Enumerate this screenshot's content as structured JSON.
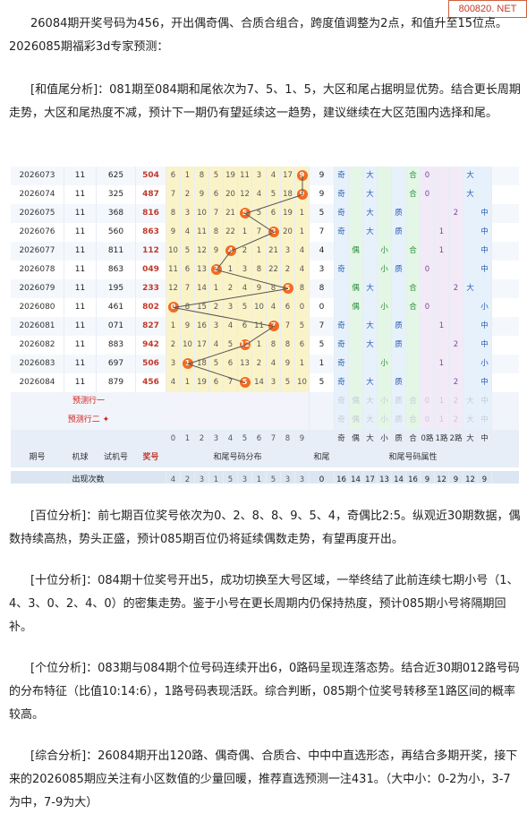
{
  "watermark": "800820. NET",
  "intro": {
    "line1": "26084期开奖号码为456，开出偶奇偶、合质合组合，跨度值调整为2点，和值升至15位点。",
    "line2": "2026085期福彩3d专家预测："
  },
  "sections": {
    "hewei": "[和值尾分析]：081期至084期和尾依次为7、5、1、5，大区和尾占据明显优势。结合更长周期走势，大区和尾热度不减，预计下一期仍有望延续这一趋势，建议继续在大区范围内选择和尾。",
    "bai": "[百位分析]：前七期百位奖号依次为0、2、8、8、9、5、4，奇偶比2:5。纵观近30期数据，偶数持续高热，势头正盛，预计085期百位仍将延续偶数走势，有望再度开出。",
    "shi": "[十位分析]：084期十位奖号开出5，成功切换至大号区域，一举终结了此前连续七期小号（1、4、3、0、2、4、0）的密集走势。鉴于小号在更长周期内仍保持热度，预计085期小号将隔期回补。",
    "ge": "[个位分析]：083期与084期个位号码连续开出6，0路码呈现连落态势。结合近30期012路号码的分布特征（比值10:14:6），1路号码表现活跃。综合判断，085期个位奖号转移至1路区间的概率较高。",
    "zonghe": "[综合分析]：26084期开出120路、偶奇偶、合质合、中中中直选形态，再结合多期开奖，接下来的2026085期应关注有小区数值的少量回暖，推荐直选预测一注431。（大中小：0-2为小，3-7为中，7-9为大）"
  },
  "chart_data": {
    "type": "table",
    "rows": [
      {
        "period": "2026073",
        "machine": "11",
        "test": "625",
        "award": "504",
        "digits": [
          "6",
          "1",
          "8",
          "5",
          "19",
          "11",
          "3",
          "4",
          "17",
          "9"
        ],
        "hit": 9,
        "sum": "9",
        "attrs": [
          "奇",
          "",
          "大",
          "",
          "",
          "合",
          "0",
          "",
          "",
          "大",
          ""
        ]
      },
      {
        "period": "2026074",
        "machine": "11",
        "test": "325",
        "award": "487",
        "digits": [
          "7",
          "2",
          "9",
          "6",
          "20",
          "12",
          "4",
          "5",
          "18",
          "9"
        ],
        "hit": 9,
        "sum": "9",
        "attrs": [
          "奇",
          "",
          "大",
          "",
          "",
          "合",
          "0",
          "",
          "",
          "大",
          ""
        ]
      },
      {
        "period": "2026075",
        "machine": "11",
        "test": "368",
        "award": "816",
        "digits": [
          "8",
          "3",
          "10",
          "7",
          "21",
          "5",
          "5",
          "6",
          "19",
          "1"
        ],
        "hit": 5,
        "sum": "5",
        "attrs": [
          "奇",
          "",
          "大",
          "",
          "质",
          "",
          "",
          "",
          "2",
          "",
          "中"
        ]
      },
      {
        "period": "2026076",
        "machine": "11",
        "test": "560",
        "award": "863",
        "digits": [
          "9",
          "4",
          "11",
          "8",
          "22",
          "1",
          "7",
          "2",
          "20",
          "1"
        ],
        "hit": 7,
        "sum": "7",
        "attrs": [
          "奇",
          "",
          "大",
          "",
          "质",
          "",
          "",
          "1",
          "",
          "",
          "中"
        ]
      },
      {
        "period": "2026077",
        "machine": "11",
        "test": "811",
        "award": "112",
        "digits": [
          "10",
          "5",
          "12",
          "9",
          "4",
          "2",
          "1",
          "21",
          "3",
          "4"
        ],
        "hit": 4,
        "sum": "4",
        "attrs": [
          "",
          "偶",
          "",
          "小",
          "",
          "合",
          "",
          "1",
          "",
          "",
          "中"
        ]
      },
      {
        "period": "2026078",
        "machine": "11",
        "test": "863",
        "award": "049",
        "digits": [
          "11",
          "6",
          "13",
          "3",
          "1",
          "3",
          "8",
          "22",
          "2",
          "4"
        ],
        "hit": 3,
        "sum": "3",
        "attrs": [
          "奇",
          "",
          "",
          "小",
          "质",
          "",
          "0",
          "",
          "",
          "",
          "中"
        ]
      },
      {
        "period": "2026079",
        "machine": "11",
        "test": "195",
        "award": "233",
        "digits": [
          "12",
          "7",
          "14",
          "1",
          "2",
          "4",
          "9",
          "8",
          "5",
          "8"
        ],
        "hit": 8,
        "sum": "8",
        "attrs": [
          "",
          "偶",
          "大",
          "",
          "",
          "合",
          "",
          "",
          "2",
          "大",
          ""
        ]
      },
      {
        "period": "2026080",
        "machine": "11",
        "test": "461",
        "award": "802",
        "digits": [
          "0",
          "8",
          "15",
          "2",
          "3",
          "5",
          "10",
          "4",
          "6",
          "0"
        ],
        "hit": 0,
        "sum": "0",
        "attrs": [
          "",
          "偶",
          "",
          "小",
          "",
          "合",
          "0",
          "",
          "",
          "",
          "小"
        ]
      },
      {
        "period": "2026081",
        "machine": "11",
        "test": "071",
        "award": "827",
        "digits": [
          "1",
          "9",
          "16",
          "3",
          "4",
          "6",
          "11",
          "7",
          "7",
          "5"
        ],
        "hit": 7,
        "sum": "7",
        "attrs": [
          "奇",
          "",
          "大",
          "",
          "质",
          "",
          "",
          "1",
          "",
          "",
          "中"
        ]
      },
      {
        "period": "2026082",
        "machine": "11",
        "test": "883",
        "award": "942",
        "digits": [
          "2",
          "10",
          "17",
          "4",
          "5",
          "12",
          "1",
          "8",
          "8",
          "6"
        ],
        "hit": 5,
        "sum": "5",
        "attrs": [
          "奇",
          "",
          "大",
          "",
          "质",
          "",
          "",
          "",
          "2",
          "",
          "中"
        ]
      },
      {
        "period": "2026083",
        "machine": "11",
        "test": "697",
        "award": "506",
        "digits": [
          "3",
          "1",
          "18",
          "5",
          "6",
          "13",
          "2",
          "4",
          "9",
          "1"
        ],
        "hit": 1,
        "sum": "1",
        "attrs": [
          "奇",
          "",
          "",
          "小",
          "",
          "",
          "",
          "1",
          "",
          "",
          "小"
        ]
      },
      {
        "period": "2026084",
        "machine": "11",
        "test": "879",
        "award": "456",
        "digits": [
          "4",
          "1",
          "19",
          "6",
          "7",
          "5",
          "14",
          "3",
          "5",
          "10"
        ],
        "hit": 5,
        "sum": "5",
        "attrs": [
          "奇",
          "",
          "大",
          "",
          "质",
          "",
          "",
          "",
          "2",
          "",
          "中"
        ]
      }
    ],
    "predict_rows": [
      "预测行一",
      "预测行二"
    ],
    "predict_attrs": [
      "奇",
      "偶",
      "大",
      "小",
      "质",
      "合",
      "0",
      "1",
      "2",
      "大",
      "中"
    ],
    "header": {
      "period": "期号",
      "machine": "机球",
      "test": "试机号",
      "award": "奖号",
      "digits": [
        "0",
        "1",
        "2",
        "3",
        "4",
        "5",
        "6",
        "7",
        "8",
        "9"
      ],
      "dist_title": "和尾号码分布",
      "sum": "和尾",
      "attrs": [
        "奇",
        "偶",
        "大",
        "小",
        "质",
        "合",
        "0路",
        "1路",
        "2路",
        "大",
        "中"
      ],
      "attr_title": "和尾号码属性"
    },
    "footer": {
      "label": "出现次数",
      "digits": [
        "4",
        "2",
        "3",
        "1",
        "5",
        "3",
        "1",
        "5",
        "3",
        "3"
      ],
      "sum": "0",
      "attrs": [
        "16",
        "14",
        "17",
        "13",
        "14",
        "16",
        "9",
        "12",
        "9",
        "12",
        "9"
      ]
    }
  }
}
